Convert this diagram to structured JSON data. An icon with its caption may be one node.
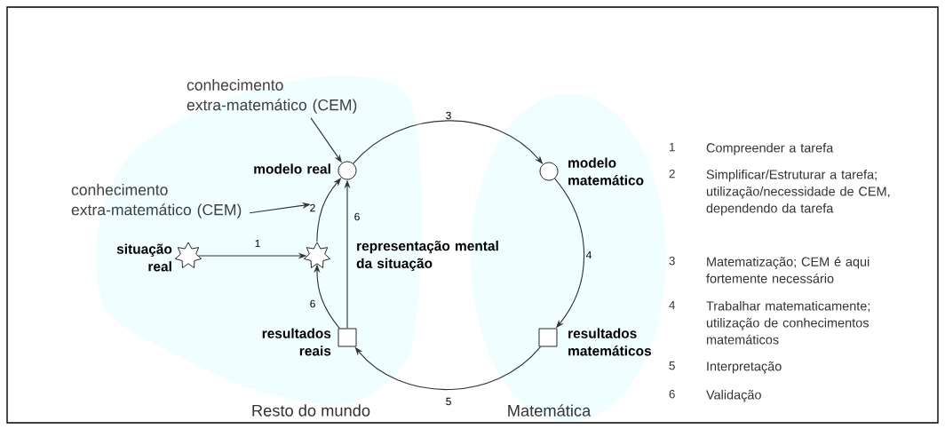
{
  "diagram": {
    "nodes": [
      {
        "text": [
          "conhecimento extra-matemático (CEM)"
        ]
      },
      {
        "text": [
          "conhecimento extra-matemático (CEM)"
        ]
      },
      {
        "text": [],
        "shape": "star",
        "beside": [
          "situação real"
        ]
      },
      {
        "text": [],
        "shape": "star",
        "beside": [
          "representação mental da situação"
        ]
      },
      {
        "text": [],
        "shape": "circle",
        "beside": [
          "modelo real"
        ]
      },
      {
        "text": [],
        "shape": "circle",
        "beside": [
          "modelo matemático"
        ]
      },
      {
        "text": [],
        "shape": "box",
        "beside": [
          "resultados matemáticos"
        ]
      },
      {
        "text": [],
        "shape": "box",
        "beside": [
          "resultados reais"
        ]
      }
    ],
    "edges": [
      {
        "from": 0,
        "to": 4,
        "arrow": "to"
      },
      {
        "from": 1,
        "to": null,
        "arrow": "to"
      },
      {
        "from": 2,
        "to": 3,
        "arrow": "to",
        "label": "1"
      },
      {
        "from": 3,
        "to": 4,
        "arrow": "to",
        "label": "2"
      },
      {
        "from": 4,
        "to": 5,
        "arrow": "to",
        "label": "3"
      },
      {
        "from": 5,
        "to": 6,
        "arrow": "to",
        "label": "4"
      },
      {
        "from": 6,
        "to": 7,
        "arrow": "to",
        "label": "5"
      },
      {
        "from": 7,
        "to": 3,
        "arrow": "to",
        "label": "6"
      },
      {
        "from": 7,
        "to": 4,
        "arrow": "to",
        "label": "6"
      }
    ],
    "labels": [
      "Resto do mundo",
      "Matemática",
      "1",
      "Compreender a tarefa",
      "2",
      "Simplificar/Estruturar a tarefa; utilização/necessidade de CEM, dependendo da tarefa",
      "3",
      "Matematização; CEM é aqui fortemente necessário",
      "4",
      "Trabalhar matematicamente; utilização de conhecimentos matemáticos",
      "5",
      "Interpretação",
      "6",
      "Validação"
    ]
  }
}
